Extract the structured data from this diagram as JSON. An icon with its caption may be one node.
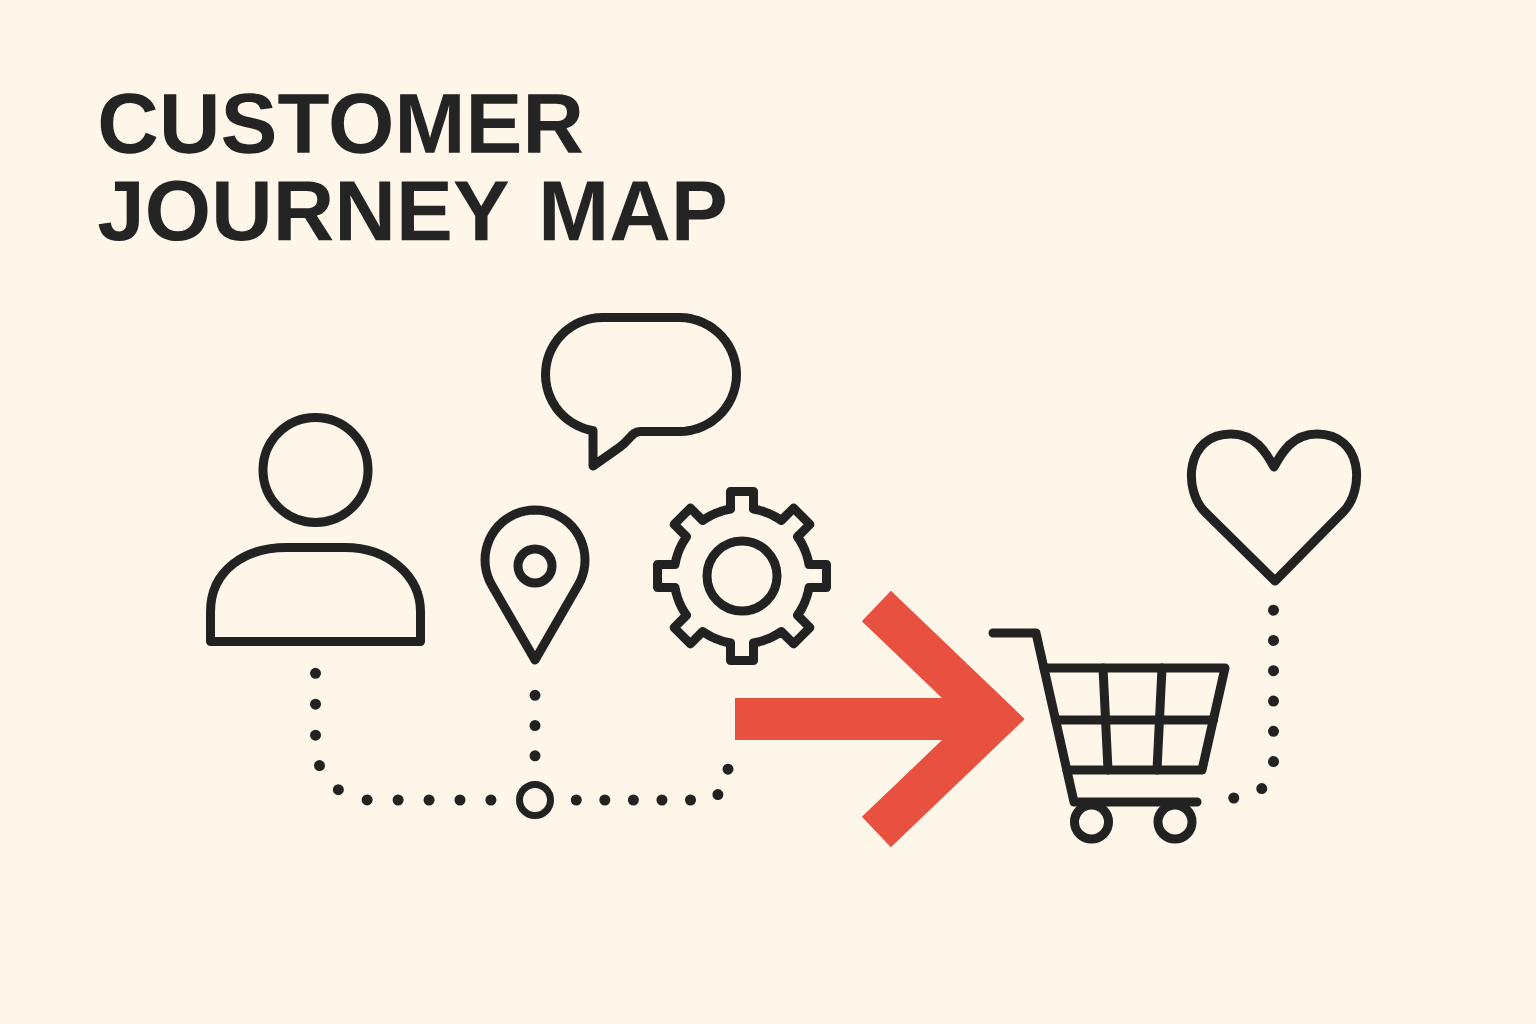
{
  "diagram": {
    "title": "CUSTOMER JOURNEY MAP",
    "nodes": [
      {
        "text": [],
        "shape": "person"
      },
      {
        "text": [],
        "shape": "pin"
      },
      {
        "text": [],
        "shape": "bubble"
      },
      {
        "text": [],
        "shape": "gear"
      },
      {
        "text": [],
        "shape": "circle"
      },
      {
        "text": [],
        "shape": "cart"
      },
      {
        "text": [],
        "shape": "heart"
      }
    ],
    "edges": [
      {
        "from": 0,
        "to": 4,
        "arrow": "none",
        "style": "dashed"
      },
      {
        "from": 1,
        "to": 4,
        "arrow": "none",
        "style": "dashed"
      },
      {
        "from": 4,
        "to": null,
        "arrow": "none",
        "style": "dashed"
      },
      {
        "from": null,
        "to": 5,
        "arrow": "to",
        "style": "thick",
        "color": "#e8513f"
      },
      {
        "from": 5,
        "to": 6,
        "arrow": "none",
        "style": "dashed"
      }
    ]
  }
}
